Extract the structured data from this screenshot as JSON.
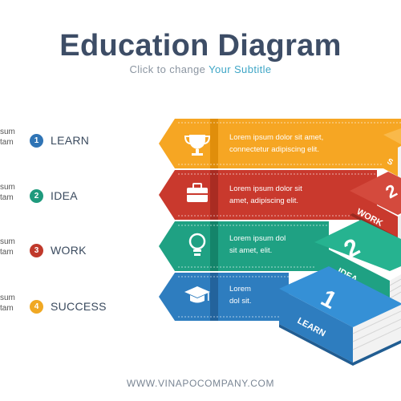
{
  "title": "Education Diagram",
  "subtitle": {
    "prefix": "Click to change ",
    "accent": "Your Subtitle"
  },
  "left_items": [
    {
      "ipsum_line1": "sum",
      "ipsum_line2": "tam",
      "number": "1",
      "label": "LEARN",
      "color": "#2f74b5"
    },
    {
      "ipsum_line1": "sum",
      "ipsum_line2": "tam",
      "number": "2",
      "label": "IDEA",
      "color": "#1f9a7d"
    },
    {
      "ipsum_line1": "sum",
      "ipsum_line2": "tam",
      "number": "3",
      "label": "WORK",
      "color": "#c0392b"
    },
    {
      "ipsum_line1": "sum",
      "ipsum_line2": "tam",
      "number": "4",
      "label": "SUCCESS",
      "color": "#f0a823"
    }
  ],
  "banners": [
    {
      "text_lines": [
        "Lorem ipsum dolor sit amet,",
        "connectetur adipiscing elit."
      ],
      "icon": "trophy-icon",
      "color": "#f6a623",
      "dark": "#e08e0b"
    },
    {
      "text_lines": [
        "Lorem ipsum dolor sit",
        "amet, adipiscing elit."
      ],
      "icon": "briefcase-icon",
      "color": "#c9392d",
      "dark": "#a92c22"
    },
    {
      "text_lines": [
        "Lorem ipsum dol",
        "sit amet, elit."
      ],
      "icon": "lightbulb-icon",
      "color": "#1fa183",
      "dark": "#14846a"
    },
    {
      "text_lines": [
        "Lorem",
        "dol sit."
      ],
      "icon": "graduation-cap-icon",
      "color": "#2e7dbf",
      "dark": "#23639c"
    }
  ],
  "books": [
    {
      "number": "1",
      "label": "LEARN",
      "color": "#2e7dbf",
      "dark": "#215d92"
    },
    {
      "number": "2",
      "label": "IDEA",
      "color": "#1fa183",
      "dark": "#157a63"
    },
    {
      "number": "2",
      "label": "WORK",
      "color": "#c9392d",
      "dark": "#992a21"
    },
    {
      "number": "",
      "label": "S",
      "color": "#f6a623",
      "dark": "#c9830d"
    }
  ],
  "footer": "WWW.VINAPOCOMPANY.COM"
}
